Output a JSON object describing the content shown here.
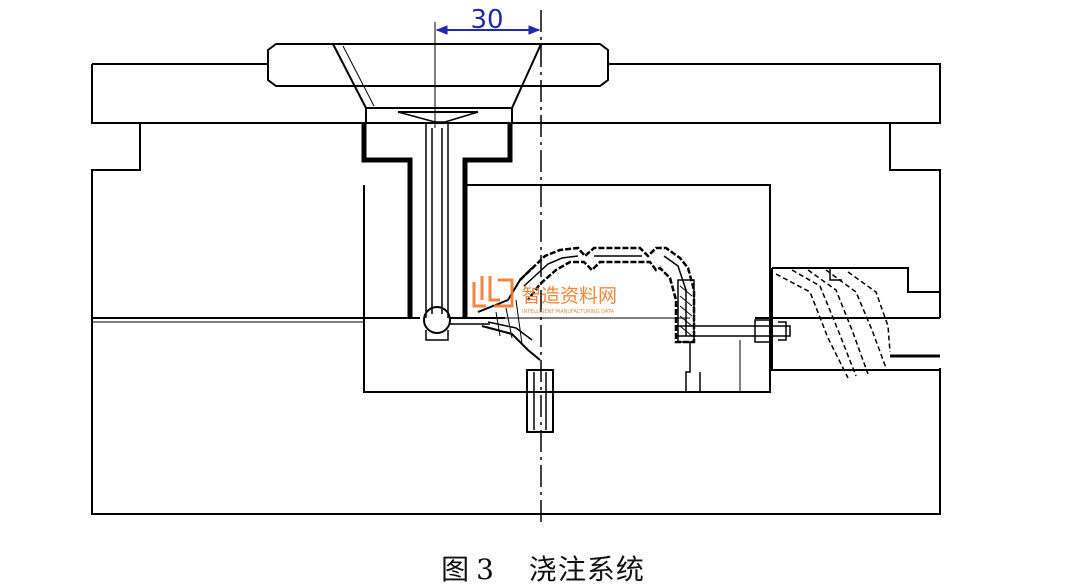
{
  "dimension": {
    "value": "30",
    "color": "#1f2aa8"
  },
  "watermark": {
    "text": "智造资料网",
    "subtext": "INTELLIGENT MANUFACTURING DATA",
    "color": "#f07a2a"
  },
  "caption": {
    "figure": "图",
    "number": "3",
    "title": "浇注系统"
  },
  "colors": {
    "line": "#000000",
    "background": "#ffffff"
  }
}
